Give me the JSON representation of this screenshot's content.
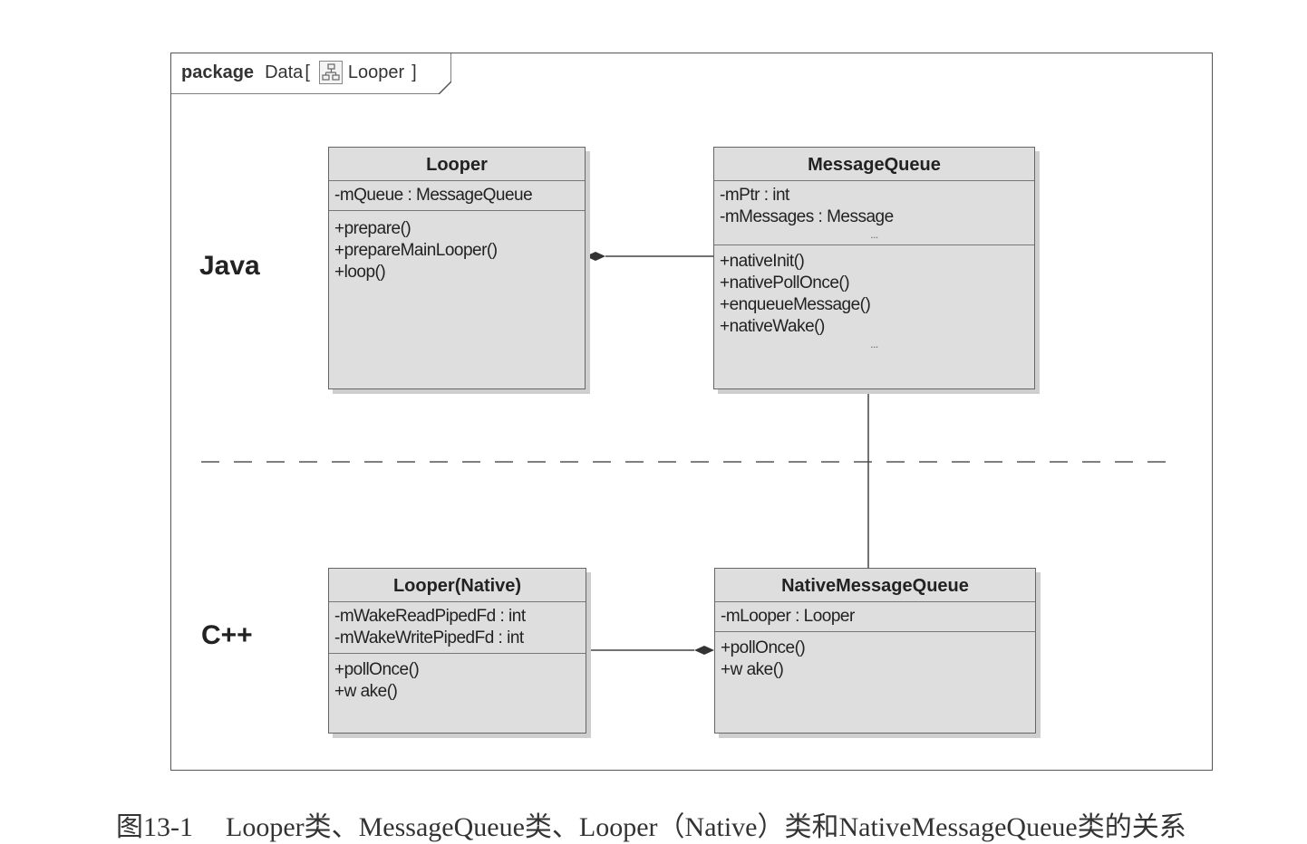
{
  "package": {
    "keyword": "package",
    "name": "Data",
    "open_bracket": "[",
    "diagram_name": "Looper",
    "close_bracket": "]"
  },
  "layers": {
    "top": "Java",
    "bottom": "C++"
  },
  "classes": {
    "looper": {
      "name": "Looper",
      "attributes": [
        "-mQueue : MessageQueue"
      ],
      "methods": [
        "+prepare()",
        "+prepareMainLooper()",
        "+loop()"
      ]
    },
    "message_queue": {
      "name": "MessageQueue",
      "attributes": [
        "-mPtr : int",
        "-mMessages : Message",
        "..."
      ],
      "methods": [
        "+nativeInit()",
        "+nativePollOnce()",
        "+enqueueMessage()",
        "+nativeWake()",
        "..."
      ]
    },
    "looper_native": {
      "name": "Looper(Native)",
      "attributes": [
        "-mWakeReadPipedFd : int",
        "-mWakeWritePipedFd : int"
      ],
      "methods": [
        "+pollOnce()",
        "+w ake()"
      ]
    },
    "native_message_queue": {
      "name": "NativeMessageQueue",
      "attributes": [
        "-mLooper : Looper"
      ],
      "methods": [
        "+pollOnce()",
        "+w ake()"
      ]
    }
  },
  "caption": {
    "figure": "图13-1",
    "text": "Looper类、MessageQueue类、Looper（Native）类和NativeMessageQueue类的关系"
  },
  "colors": {
    "class_fill": "#dedede",
    "border": "#666666"
  }
}
